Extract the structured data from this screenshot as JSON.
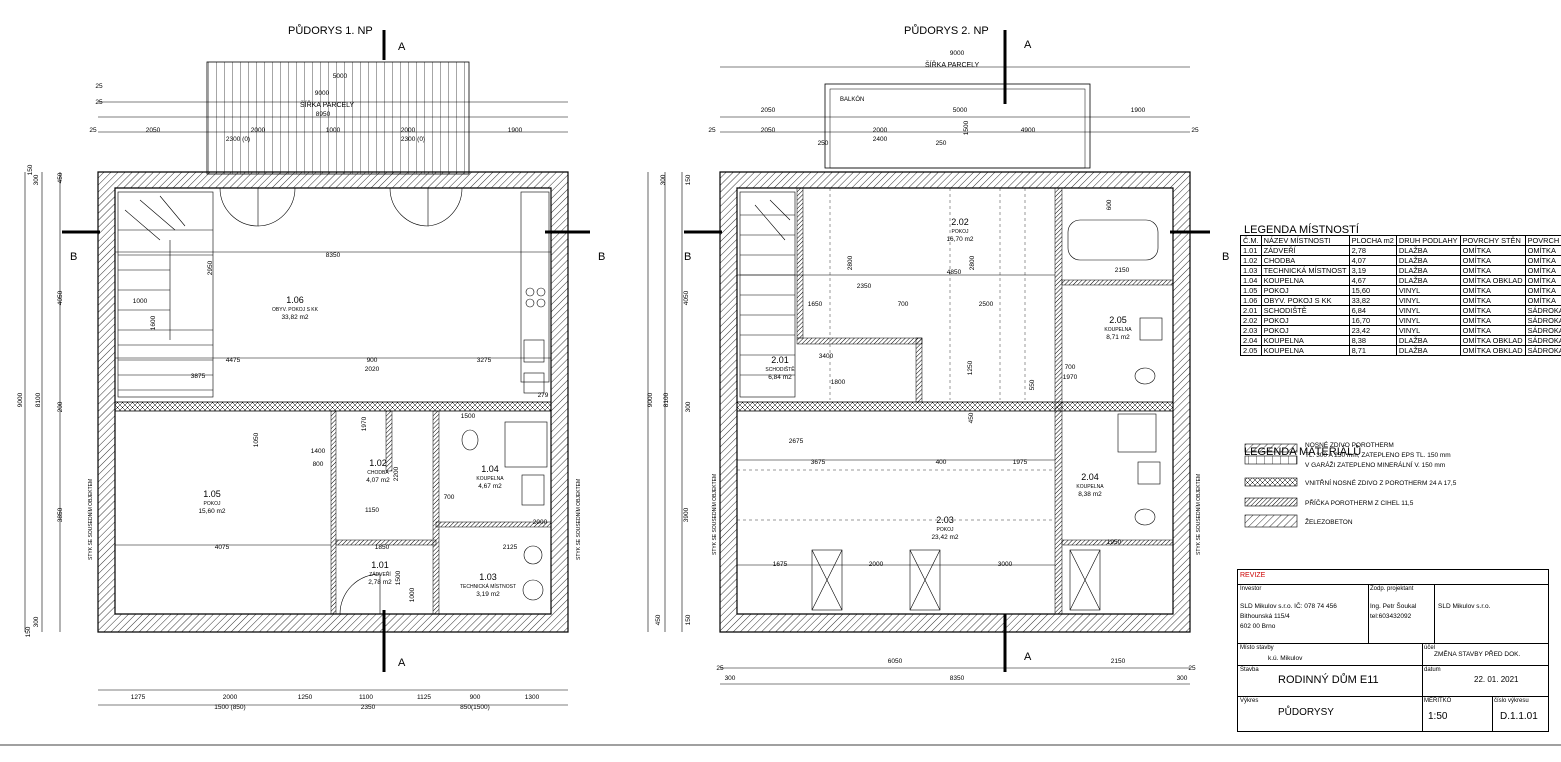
{
  "sheet": {
    "title_1np": "PŮDORYS 1. NP",
    "title_2np": "PŮDORYS 2. NP",
    "section_a": "A",
    "section_b": "B",
    "plot_width_label": "ŠÍŘKA PARCELY",
    "balcony_label": "BALKÓN",
    "party_wall_label": "STYK SE SOUSEDNÍM OBJEKTEM"
  },
  "rooms_1np": [
    {
      "no": "1.06",
      "name": "OBYV. POKOJ S KK",
      "area": "33,82 m2"
    },
    {
      "no": "1.05",
      "name": "POKOJ",
      "area": "15,60 m2"
    },
    {
      "no": "1.02",
      "name": "CHODBA",
      "area": "4,07 m2"
    },
    {
      "no": "1.04",
      "name": "KOUPELNA",
      "area": "4,67 m2"
    },
    {
      "no": "1.01",
      "name": "ZÁDVEŘÍ",
      "area": "2,78 m2"
    },
    {
      "no": "1.03",
      "name": "TECHNICKÁ MÍSTNOST",
      "area": "3,19 m2"
    }
  ],
  "rooms_2np": [
    {
      "no": "2.02",
      "name": "POKOJ",
      "area": "16,70 m2"
    },
    {
      "no": "2.05",
      "name": "KOUPELNA",
      "area": "8,71 m2"
    },
    {
      "no": "2.01",
      "name": "SCHODIŠTĚ",
      "area": "6,84 m2"
    },
    {
      "no": "2.04",
      "name": "KOUPELNA",
      "area": "8,38 m2"
    },
    {
      "no": "2.03",
      "name": "POKOJ",
      "area": "23,42 m2"
    }
  ],
  "dims_1np": {
    "top": [
      "5000",
      "9000",
      "8950",
      "2000",
      "1000",
      "2000",
      "2050",
      "1900",
      "2300 (0)",
      "2300 (0)",
      "25",
      "25",
      "25"
    ],
    "bottom": [
      "1275",
      "2000",
      "1250",
      "1100",
      "1125",
      "900",
      "1300",
      "1500 (850)",
      "2350",
      "850(1500)"
    ],
    "left": [
      "9000",
      "8100",
      "4050",
      "3850",
      "300",
      "150",
      "450",
      "300",
      "150",
      "200"
    ],
    "interior": [
      "8350",
      "4475",
      "900",
      "3275",
      "3875",
      "2020",
      "4075",
      "1850",
      "1150",
      "2950",
      "1600",
      "1000",
      "2200",
      "1500",
      "1000",
      "1970",
      "700",
      "800",
      "1400",
      "1050",
      "1500",
      "2125",
      "2000",
      "279"
    ]
  },
  "dims_2np": {
    "top": [
      "9000",
      "2050",
      "5000",
      "1900",
      "2050",
      "2000",
      "4900",
      "2400",
      "1500",
      "250",
      "250",
      "25",
      "25"
    ],
    "bottom": [
      "6050",
      "2150",
      "8350",
      "300",
      "300",
      "25",
      "25"
    ],
    "left": [
      "9000",
      "8100",
      "4050",
      "3900",
      "300",
      "150",
      "450",
      "150",
      "300"
    ],
    "interior": [
      "4850",
      "2350",
      "2500",
      "1650",
      "700",
      "2800",
      "2800",
      "2150",
      "1250",
      "3400",
      "1800",
      "2675",
      "3675",
      "400",
      "1975",
      "1675",
      "2000",
      "3000",
      "1950",
      "1970",
      "700",
      "550",
      "600",
      "450"
    ]
  },
  "legend_rooms": {
    "title": "LEGENDA MÍSTNOSTÍ",
    "headers": [
      "Č.M.",
      "NÁZEV MÍSTNOSTI",
      "PLOCHA m2",
      "DRUH PODLAHY",
      "POVRCHY STĚN",
      "POVRCH STROPU"
    ],
    "rows": [
      [
        "1.01",
        "ZÁDVEŘÍ",
        "2,78",
        "DLAŽBA",
        "OMÍTKA",
        "OMÍTKA"
      ],
      [
        "1.02",
        "CHODBA",
        "4,07",
        "DLAŽBA",
        "OMÍTKA",
        "OMÍTKA"
      ],
      [
        "1.03",
        "TECHNICKÁ MÍSTNOST",
        "3,19",
        "DLAŽBA",
        "OMÍTKA",
        "OMÍTKA"
      ],
      [
        "1.04",
        "KOUPELNA",
        "4,67",
        "DLAŽBA",
        "OMÍTKA OBKLAD",
        "OMÍTKA"
      ],
      [
        "1.05",
        "POKOJ",
        "15,60",
        "VINYL",
        "OMÍTKA",
        "OMÍTKA"
      ],
      [
        "1.06",
        "OBYV. POKOJ S KK",
        "33,82",
        "VINYL",
        "OMÍTKA",
        "OMÍTKA"
      ],
      [
        "2.01",
        "SCHODIŠTĚ",
        "6,84",
        "VINYL",
        "OMÍTKA",
        "SÁDROKARTON"
      ],
      [
        "2.02",
        "POKOJ",
        "16,70",
        "VINYL",
        "OMÍTKA",
        "SÁDROKARTON"
      ],
      [
        "2.03",
        "POKOJ",
        "23,42",
        "VINYL",
        "OMÍTKA",
        "SÁDROKARTON"
      ],
      [
        "2.04",
        "KOUPELNA",
        "8,38",
        "DLAŽBA",
        "OMÍTKA OBKLAD",
        "SÁDROKARTON"
      ],
      [
        "2.05",
        "KOUPELNA",
        "8,71",
        "DLAŽBA",
        "OMÍTKA OBKLAD",
        "SÁDROKARTON"
      ]
    ]
  },
  "legend_materials": {
    "title": "LEGENDA MATERIÁLŮ",
    "items": [
      "NOSNÉ ZDIVO POROTHERM",
      "TL. 300 A 250 mm, ZATEPLENO EPS TL. 150 mm",
      "V GARÁŽI ZATEPLENO MINERÁLNÍ V. 150 mm",
      "VNITŘNÍ NOSNÉ ZDIVO Z POROTHERM 24 A 17,5",
      "PŘÍČKA POROTHERM Z CIHEL 11,5",
      "ŽELEZOBETON"
    ]
  },
  "title_block": {
    "revize": "REVIZE",
    "investor_label": "Investor",
    "investor_lines": [
      "SLD Mikulov s.r.o.  IČ: 078 74 456",
      "Bithounská 115/4",
      "602 00  Brno"
    ],
    "designer_label": "Zodp. projektant",
    "designer_lines": [
      "Ing. Petr Šoukal",
      "tel:603432092"
    ],
    "firm": "SLD Mikulov s.r.o.",
    "place_label": "Místo stavby",
    "place": "k.ú. Mikulov",
    "stage_label": "účel",
    "stage": "ZMĚNA STAVBY PŘED DOK.",
    "building_label": "Stavba",
    "building": "RODINNÝ DŮM   E11",
    "date_label": "datum",
    "date": "22. 01. 2021",
    "drawing_label": "Výkres",
    "drawing": "PŮDORYSY",
    "scale_label": "MĚŘÍTKO",
    "scale": "1:50",
    "number_label": "číslo výkresu",
    "number": "D.1.1.01"
  }
}
